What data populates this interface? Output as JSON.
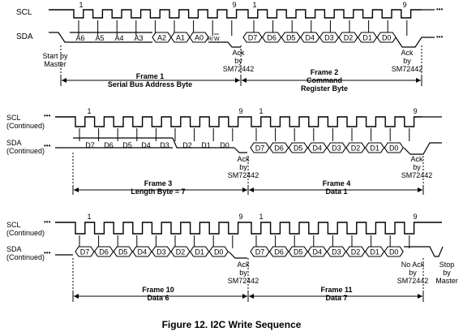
{
  "signals": {
    "scl": "SCL",
    "sda": "SDA",
    "scl_cont": [
      "SCL",
      "(Continued)"
    ],
    "sda_cont": [
      "SDA",
      "(Continued)"
    ]
  },
  "ticks": [
    "1",
    "9"
  ],
  "ellipsis": "•••",
  "row1": {
    "addr_bits": [
      "A6",
      "A5",
      "A4",
      "A3",
      "A2",
      "A1",
      "A0"
    ],
    "rw_label": "R/",
    "rw_bar": "W",
    "data_bits": [
      "D7",
      "D6",
      "D5",
      "D4",
      "D3",
      "D2",
      "D1",
      "D0"
    ],
    "start": [
      "Start by",
      "Master"
    ],
    "ack1": [
      "Ack",
      "by",
      "SM72442"
    ],
    "ack2": [
      "Ack",
      "by",
      "SM72442"
    ],
    "frame1": [
      "Frame 1",
      "Serial Bus Address Byte"
    ],
    "frame2": [
      "Frame 2",
      "Command",
      "Register Byte"
    ]
  },
  "row2": {
    "data_bits_a": [
      "D7",
      "D6",
      "D5",
      "D4",
      "D3",
      "D2",
      "D1",
      "D0"
    ],
    "data_bits_b": [
      "D7",
      "D6",
      "D5",
      "D4",
      "D3",
      "D2",
      "D1",
      "D0"
    ],
    "ack1": [
      "Ack",
      "by",
      "SM72442"
    ],
    "ack2": [
      "Ack",
      "by",
      "SM72442"
    ],
    "frame3": [
      "Frame 3",
      "Length Byte = 7"
    ],
    "frame4": [
      "Frame 4",
      "Data 1"
    ]
  },
  "row3": {
    "data_bits_a": [
      "D7",
      "D6",
      "D5",
      "D4",
      "D3",
      "D2",
      "D1",
      "D0"
    ],
    "data_bits_b": [
      "D7",
      "D6",
      "D5",
      "D4",
      "D3",
      "D2",
      "D1",
      "D0"
    ],
    "ack1": [
      "Ack",
      "by",
      "SM72442"
    ],
    "ack2": [
      "No Ack",
      "by",
      "SM72442"
    ],
    "stop": [
      "Stop",
      "by",
      "Master"
    ],
    "frame10": [
      "Frame 10",
      "Data 6"
    ],
    "frame11": [
      "Frame 11",
      "Data 7"
    ]
  },
  "caption": "Figure 12.  I2C Write Sequence"
}
